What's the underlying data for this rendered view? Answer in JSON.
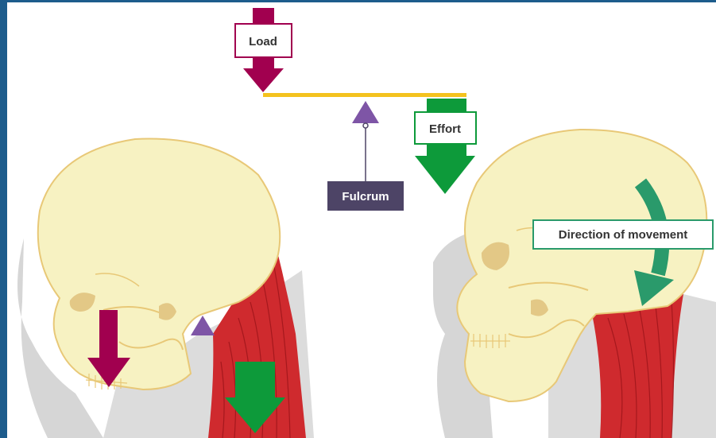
{
  "labels": {
    "load": "Load",
    "effort": "Effort",
    "fulcrum": "Fulcrum",
    "direction": "Direction of movement"
  },
  "colors": {
    "frame": "#1d5c8c",
    "skull": "#f7f2c2",
    "skull_outline": "#e8c877",
    "skull_shadow": "#dcdcdc",
    "bone_detail": "#e3c886",
    "muscle": "#cf2a2e",
    "muscle_dark": "#9b1419",
    "load_arrow": "#a1004f",
    "effort_arrow": "#0d9a3a",
    "lever_bar": "#f4c21e",
    "fulcrum": "#7e55a6",
    "fulcrum_label_bg": "#4d4466",
    "rotation_arrow": "#2a9a6b"
  }
}
